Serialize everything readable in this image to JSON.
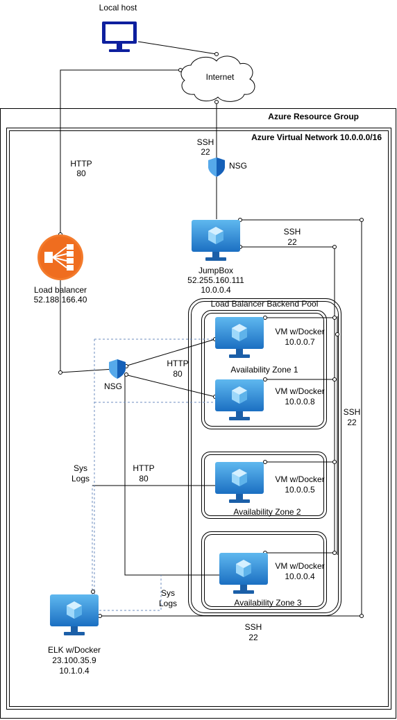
{
  "labels": {
    "local_host": "Local host",
    "internet": "Internet",
    "resource_group": "Azure Resource Group",
    "virtual_network": "Azure Virtual Network 10.0.0.0/16",
    "http_top": [
      "HTTP",
      "80"
    ],
    "ssh_top": [
      "SSH",
      "22"
    ],
    "nsg_top": "NSG",
    "load_balancer": [
      "Load balancer",
      "52.188.166.40"
    ],
    "jumpbox": [
      "JumpBox",
      "52.255.160.111",
      "10.0.0.4"
    ],
    "ssh_jumpbox": [
      "SSH",
      "22"
    ],
    "backend_pool": "Load Balancer Backend Pool",
    "vm1": [
      "VM w/Docker",
      "10.0.0.7"
    ],
    "vm2": [
      "VM w/Docker",
      "10.0.0.8"
    ],
    "vm3": [
      "VM w/Docker",
      "10.0.0.5"
    ],
    "vm4": [
      "VM w/Docker",
      "10.0.0.4"
    ],
    "zone1": "Availability Zone 1",
    "zone2": "Availability Zone 2",
    "zone3": "Availability Zone 3",
    "http_mid": [
      "HTTP",
      "80"
    ],
    "nsg_mid": "NSG",
    "ssh_right": [
      "SSH",
      "22"
    ],
    "sys_logs_left": [
      "Sys",
      "Logs"
    ],
    "http_low": [
      "HTTP",
      "80"
    ],
    "sys_logs_right": [
      "Sys",
      "Logs"
    ],
    "ssh_bottom": [
      "SSH",
      "22"
    ],
    "elk": [
      "ELK w/Docker",
      "23.100.35.9",
      "10.1.0.4"
    ]
  },
  "icons": {
    "local_host": "monitor-icon",
    "internet": "cloud-icon",
    "nsg": "shield-icon",
    "load_balancer": "load-balancer-icon",
    "vm": "virtual-machine-icon"
  },
  "colors": {
    "monitor": "#0d1f9e",
    "vm_dark": "#1b6fc2",
    "vm_light": "#5fb8ef",
    "lb_orange": "#f37b2c",
    "shield": "#1f7ad6",
    "dashed": "#6c8ebf"
  }
}
